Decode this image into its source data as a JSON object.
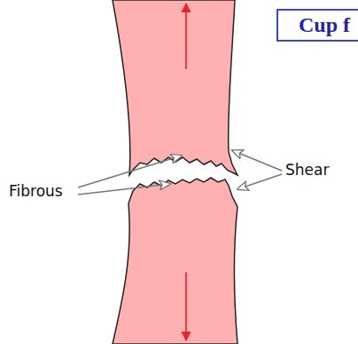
{
  "diagram": {
    "nodes": [
      {
        "text": [
          "Cup f"
        ]
      }
    ],
    "labels": [
      "Fibrous",
      "Shear"
    ]
  }
}
